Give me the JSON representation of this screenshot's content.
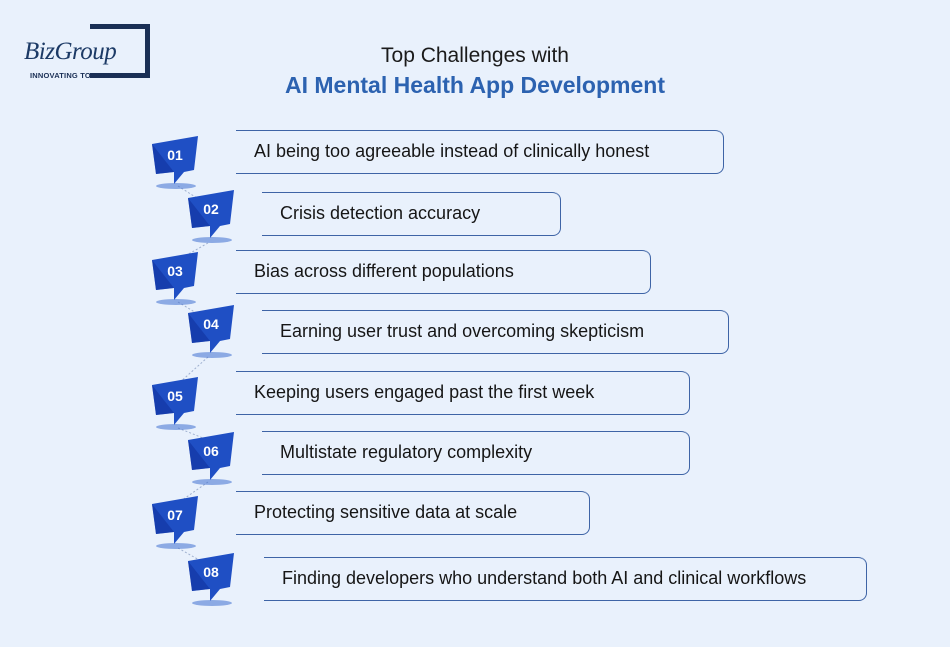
{
  "logo": {
    "name": "BizGroup",
    "tagline": "INNOVATING TOGETHER"
  },
  "title": {
    "line1": "Top Challenges with",
    "line2": "AI Mental Health App Development"
  },
  "colors": {
    "accent": "#2c62b0",
    "badge": "#1f4fc4",
    "badge_dark": "#0f2f9a",
    "border": "#3e64a6",
    "background": "#e9f1fc"
  },
  "challenges": [
    {
      "number": "01",
      "text": "AI being too agreeable instead of clinically honest"
    },
    {
      "number": "02",
      "text": "Crisis detection accuracy"
    },
    {
      "number": "03",
      "text": "Bias across different populations"
    },
    {
      "number": "04",
      "text": "Earning user trust and overcoming skepticism"
    },
    {
      "number": "05",
      "text": "Keeping users engaged past the first week"
    },
    {
      "number": "06",
      "text": "Multistate regulatory complexity"
    },
    {
      "number": "07",
      "text": "Protecting sensitive data at scale"
    },
    {
      "number": "08",
      "text": "Finding developers who understand both AI and clinical workflows"
    }
  ]
}
